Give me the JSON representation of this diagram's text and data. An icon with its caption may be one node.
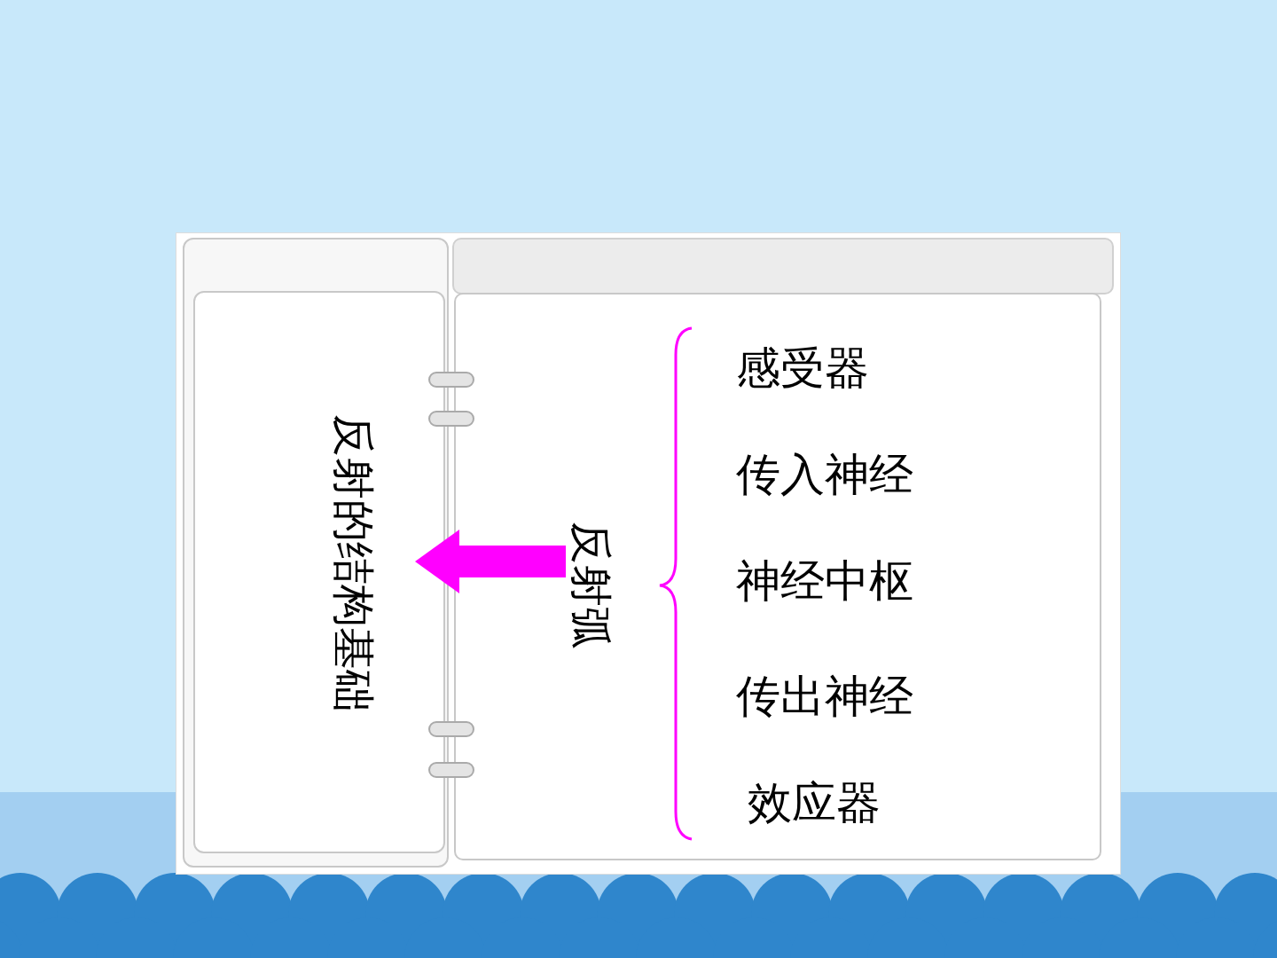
{
  "diagram": {
    "nodes": [
      {
        "text": [
          "反射的结构基础"
        ]
      },
      {
        "text": [
          "反射弧"
        ]
      }
    ],
    "edges": [
      {
        "from": 1,
        "to": 0,
        "arrow": "to",
        "color": "#ff00ff"
      }
    ],
    "labels": [
      "感受器",
      "传入神经",
      "神经中枢",
      "传出神经",
      "效应器"
    ]
  }
}
